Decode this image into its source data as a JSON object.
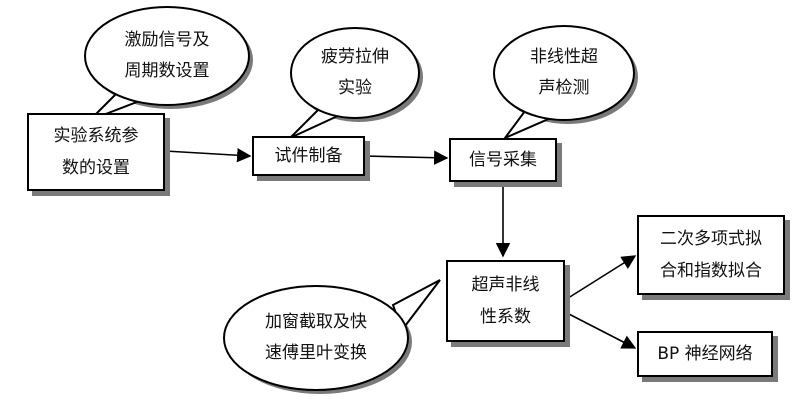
{
  "bubbles": [
    {
      "lines": [
        "激励信号及",
        "周期数设置"
      ]
    },
    {
      "lines": [
        "疲劳拉伸",
        "实验"
      ]
    },
    {
      "lines": [
        "非线性超",
        "声检测"
      ]
    },
    {
      "lines": [
        "加窗截取及快",
        "速傅里叶变换"
      ]
    }
  ],
  "boxes": {
    "params": {
      "lines": [
        "实验系统参",
        "数的设置"
      ]
    },
    "specimen": {
      "lines": [
        "试件制备"
      ]
    },
    "signal": {
      "lines": [
        "信号采集"
      ]
    },
    "coef": {
      "lines": [
        "超声非线",
        "性系数"
      ]
    },
    "fit": {
      "lines": [
        "二次多项式拟",
        "合和指数拟合"
      ]
    },
    "bp": {
      "lines": [
        "BP 神经网络"
      ]
    }
  }
}
